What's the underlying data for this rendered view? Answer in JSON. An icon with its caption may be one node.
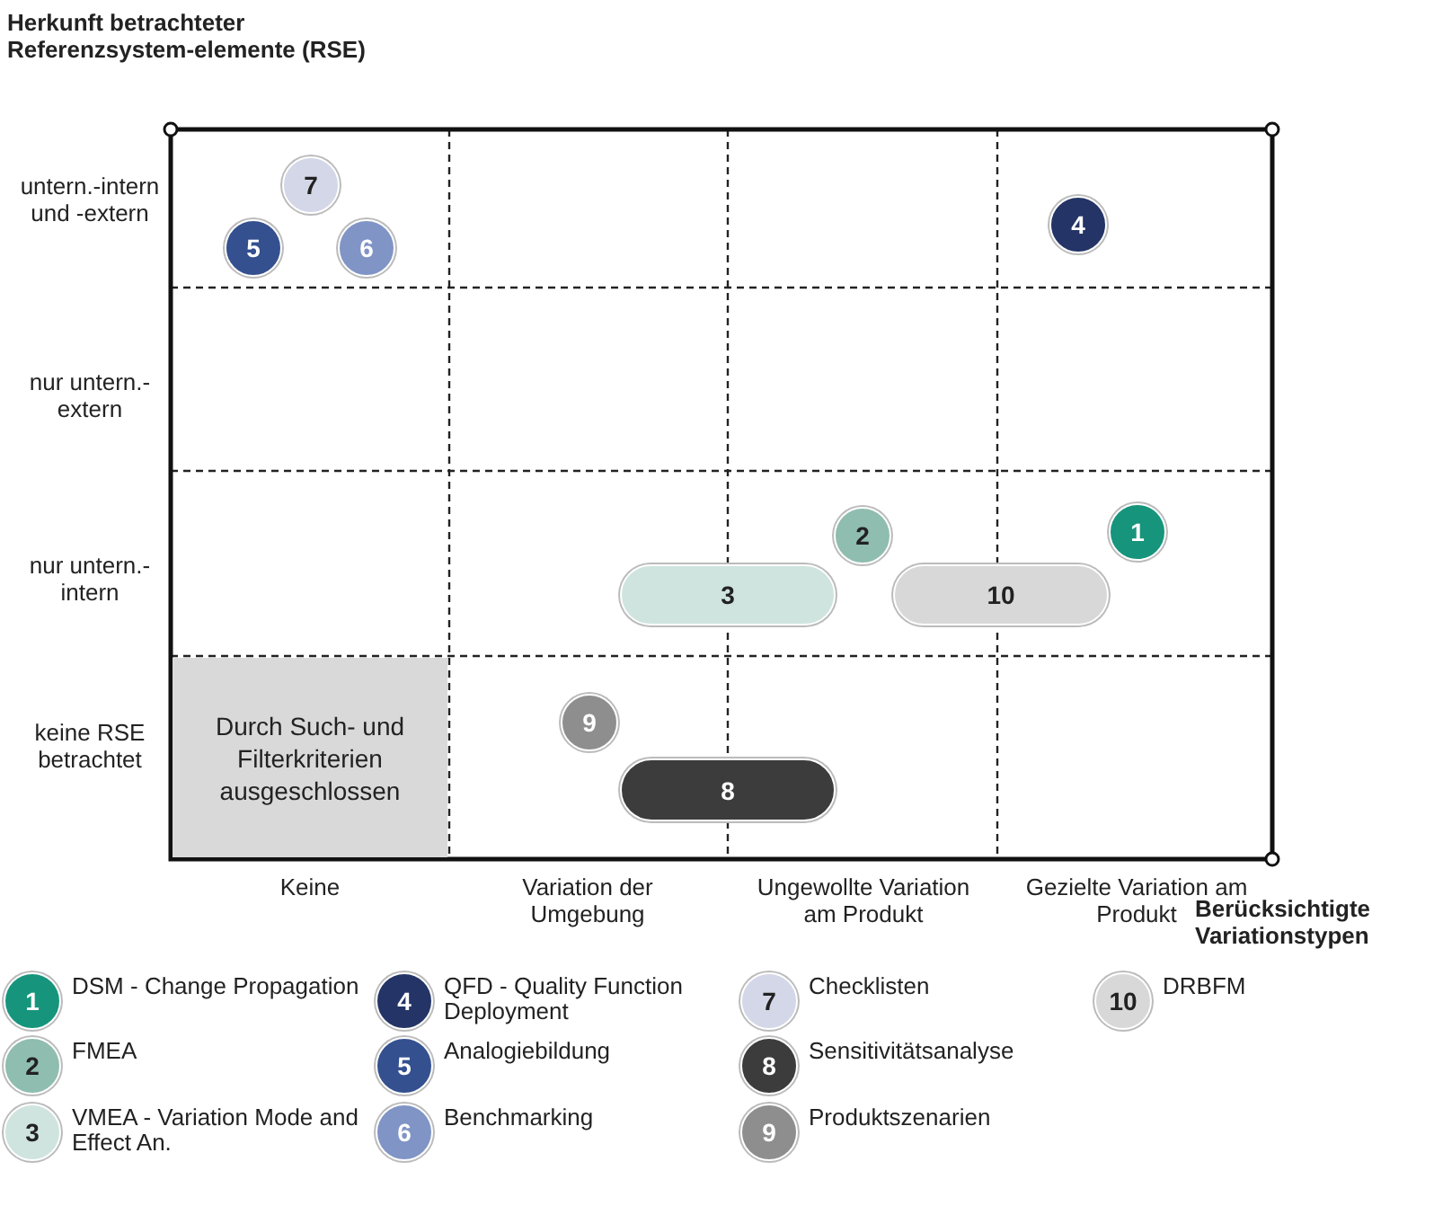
{
  "diagram": {
    "nodes": [
      {
        "text": [
          "Durch Such- und Filterkriterien ausgeschlossen"
        ]
      },
      {
        "text": [
          "7"
        ]
      },
      {
        "text": [
          "5"
        ]
      },
      {
        "text": [
          "6"
        ]
      },
      {
        "text": [
          "4"
        ]
      },
      {
        "text": [
          "2"
        ]
      },
      {
        "text": [
          "1"
        ]
      },
      {
        "text": [
          "3"
        ]
      },
      {
        "text": [
          "10"
        ]
      },
      {
        "text": [
          "9"
        ]
      },
      {
        "text": [
          "8"
        ]
      }
    ],
    "labels": [
      "Herkunft betrachteter Referenzsystem-elemente (RSE)",
      "untern.-intern und -extern",
      "nur untern.-extern",
      "nur untern.-intern",
      "keine RSE betrachtet",
      "Keine",
      "Variation der Umgebung",
      "Ungewollte Variation am Produkt",
      "Gezielte Variation am Produkt",
      "Berücksichtigte Variationstypen",
      "1",
      "2",
      "3",
      "4",
      "5",
      "6",
      "7",
      "8",
      "9",
      "10"
    ],
    "legend": [
      {
        "text": "DSM - Change Propagation",
        "color": "#16957c"
      },
      {
        "text": "FMEA",
        "color": "#8fbdb0"
      },
      {
        "text": "VMEA - Variation Mode and Effect An.",
        "color": "#cfe4df"
      },
      {
        "text": "QFD - Quality Function Deployment",
        "color": "#243466"
      },
      {
        "text": "Analogiebildung",
        "color": "#34508f"
      },
      {
        "text": "Benchmarking",
        "color": "#8094c6"
      },
      {
        "text": "Checklisten",
        "color": "#d4d7e8"
      },
      {
        "text": "Sensitivitätsanalyse",
        "color": "#3c3c3c"
      },
      {
        "text": "Produktszenarien",
        "color": "#8e8e8e"
      },
      {
        "text": "DRBFM",
        "color": "#d8d8d8"
      }
    ]
  }
}
